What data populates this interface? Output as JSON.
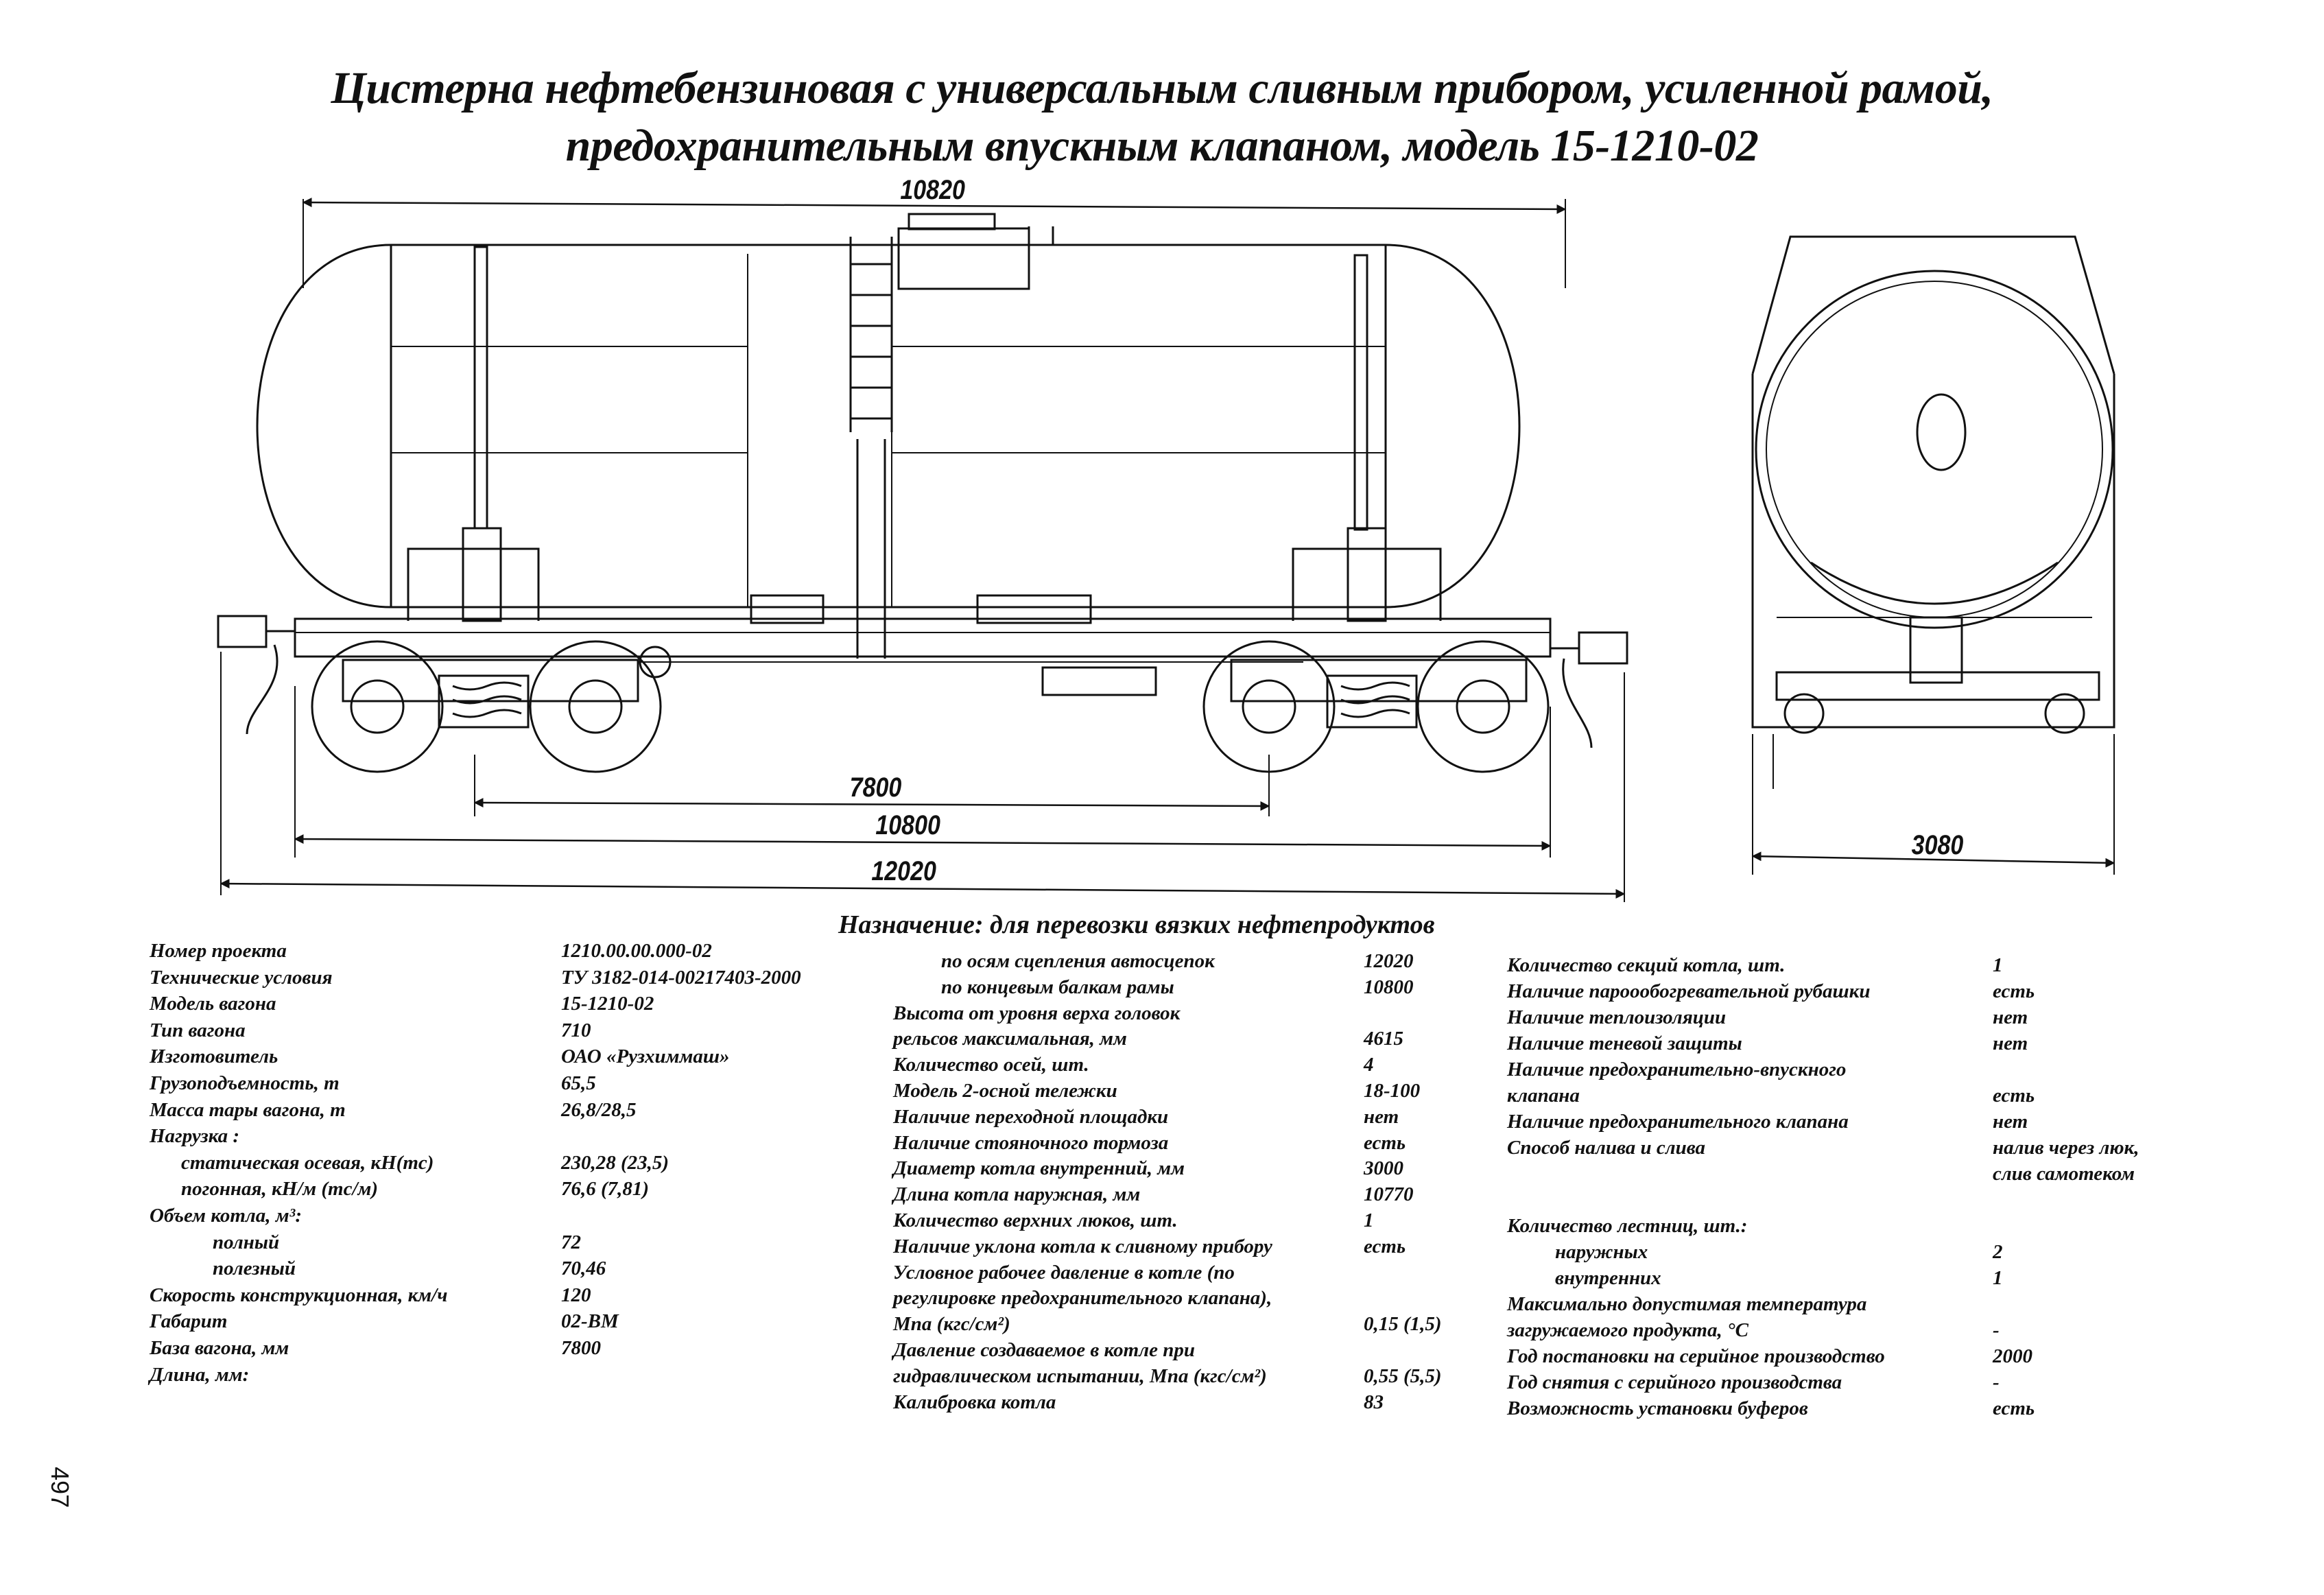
{
  "title": {
    "line1": "Цистерна нефтебензиновая с универсальным сливным прибором, усиленной рамой,",
    "line2": "предохранительным впускным клапаном, модель 15-1210-02"
  },
  "dimensions": {
    "boiler_length": "10820",
    "wheelbase": "7800",
    "frame_length": "10800",
    "coupling_length": "12020",
    "width": "3080"
  },
  "purpose": "Назначение: для перевозки вязких нефтепродуктов",
  "specs_col1": [
    {
      "label": "Номер проекта",
      "value": "1210.00.00.000-02",
      "indent": 0
    },
    {
      "label": "Технические условия",
      "value": "ТУ 3182-014-00217403-2000",
      "indent": 0
    },
    {
      "label": "Модель вагона",
      "value": "15-1210-02",
      "indent": 0
    },
    {
      "label": "Тип вагона",
      "value": "710",
      "indent": 0
    },
    {
      "label": "Изготовитель",
      "value": "ОАО «Рузхиммаш»",
      "indent": 0
    },
    {
      "label": "Грузоподъемность, т",
      "value": "65,5",
      "indent": 0
    },
    {
      "label": "Масса тары вагона, т",
      "value": "26,8/28,5",
      "indent": 0
    },
    {
      "label": "Нагрузка :",
      "value": "",
      "indent": 0
    },
    {
      "label": "статическая осевая, кН(тс)",
      "value": "230,28 (23,5)",
      "indent": 1
    },
    {
      "label": "погонная, кН/м (тс/м)",
      "value": "76,6 (7,81)",
      "indent": 1
    },
    {
      "label": "Объем котла, м³:",
      "value": "",
      "indent": 0
    },
    {
      "label": "полный",
      "value": "72",
      "indent": 2
    },
    {
      "label": "полезный",
      "value": "70,46",
      "indent": 2
    },
    {
      "label": "Скорость конструкционная, км/ч",
      "value": "120",
      "indent": 0
    },
    {
      "label": "Габарит",
      "value": "02-ВМ",
      "indent": 0
    },
    {
      "label": "База вагона, мм",
      "value": "7800",
      "indent": 0
    },
    {
      "label": "Длина, мм:",
      "value": "",
      "indent": 0
    }
  ],
  "specs_col2": [
    {
      "label": "по осям сцепления автосцепок",
      "value": "12020",
      "indent": 1
    },
    {
      "label": "по концевым балкам рамы",
      "value": "10800",
      "indent": 1
    },
    {
      "label": "Высота от уровня верха головок",
      "value": "",
      "indent": 0
    },
    {
      "label": "рельсов максимальная, мм",
      "value": "4615",
      "indent": 0
    },
    {
      "label": "Количество осей, шт.",
      "value": "4",
      "indent": 0
    },
    {
      "label": "Модель 2-осной тележки",
      "value": "18-100",
      "indent": 0
    },
    {
      "label": "Наличие переходной площадки",
      "value": "нет",
      "indent": 0
    },
    {
      "label": "Наличие стояночного тормоза",
      "value": "есть",
      "indent": 0
    },
    {
      "label": "Диаметр котла внутренний, мм",
      "value": "3000",
      "indent": 0
    },
    {
      "label": "Длина котла наружная, мм",
      "value": "10770",
      "indent": 0
    },
    {
      "label": "Количество верхних люков, шт.",
      "value": "1",
      "indent": 0
    },
    {
      "label": "Наличие уклона котла к сливному прибору",
      "value": "есть",
      "indent": 0
    },
    {
      "label": "Условное рабочее давление в котле (по",
      "value": "",
      "indent": 0
    },
    {
      "label": "регулировке предохранительного клапана),",
      "value": "",
      "indent": 0
    },
    {
      "label": "Мпа (кгс/см²)",
      "value": "0,15 (1,5)",
      "indent": 0
    },
    {
      "label": "Давление создаваемое в котле при",
      "value": "",
      "indent": 0
    },
    {
      "label": "гидравлическом испытании, Мпа (кгс/см²)",
      "value": "0,55 (5,5)",
      "indent": 0
    },
    {
      "label": "Калибровка котла",
      "value": "83",
      "indent": 0
    }
  ],
  "specs_col3": [
    {
      "label": "Количество секций котла, шт.",
      "value": "1",
      "indent": 0
    },
    {
      "label": "Наличие пароообогревательной рубашки",
      "value": "есть",
      "indent": 0
    },
    {
      "label": "Наличие теплоизоляции",
      "value": "нет",
      "indent": 0
    },
    {
      "label": "Наличие теневой защиты",
      "value": "нет",
      "indent": 0
    },
    {
      "label": "Наличие предохранительно-впускного",
      "value": "",
      "indent": 0
    },
    {
      "label": "клапана",
      "value": "есть",
      "indent": 0
    },
    {
      "label": "Наличие предохранительного клапана",
      "value": "нет",
      "indent": 0
    },
    {
      "label": "Способ налива и слива",
      "value": "налив через люк,",
      "indent": 0
    },
    {
      "label": "",
      "value": "слив самотеком",
      "indent": 0
    },
    {
      "label": "",
      "value": "",
      "indent": 0
    },
    {
      "label": "Количество лестниц, шт.:",
      "value": "",
      "indent": 0
    },
    {
      "label": "наружных",
      "value": "2",
      "indent": 1
    },
    {
      "label": "внутренних",
      "value": "1",
      "indent": 1
    },
    {
      "label": "Максимально допустимая температура",
      "value": "",
      "indent": 0
    },
    {
      "label": "загружаемого продукта, °С",
      "value": "-",
      "indent": 0
    },
    {
      "label": "Год постановки на серийное производство",
      "value": "2000",
      "indent": 0
    },
    {
      "label": "Год снятия с серийного производства",
      "value": "-",
      "indent": 0
    },
    {
      "label": "Возможность установки буферов",
      "value": "есть",
      "indent": 0
    }
  ],
  "page_number": "497"
}
